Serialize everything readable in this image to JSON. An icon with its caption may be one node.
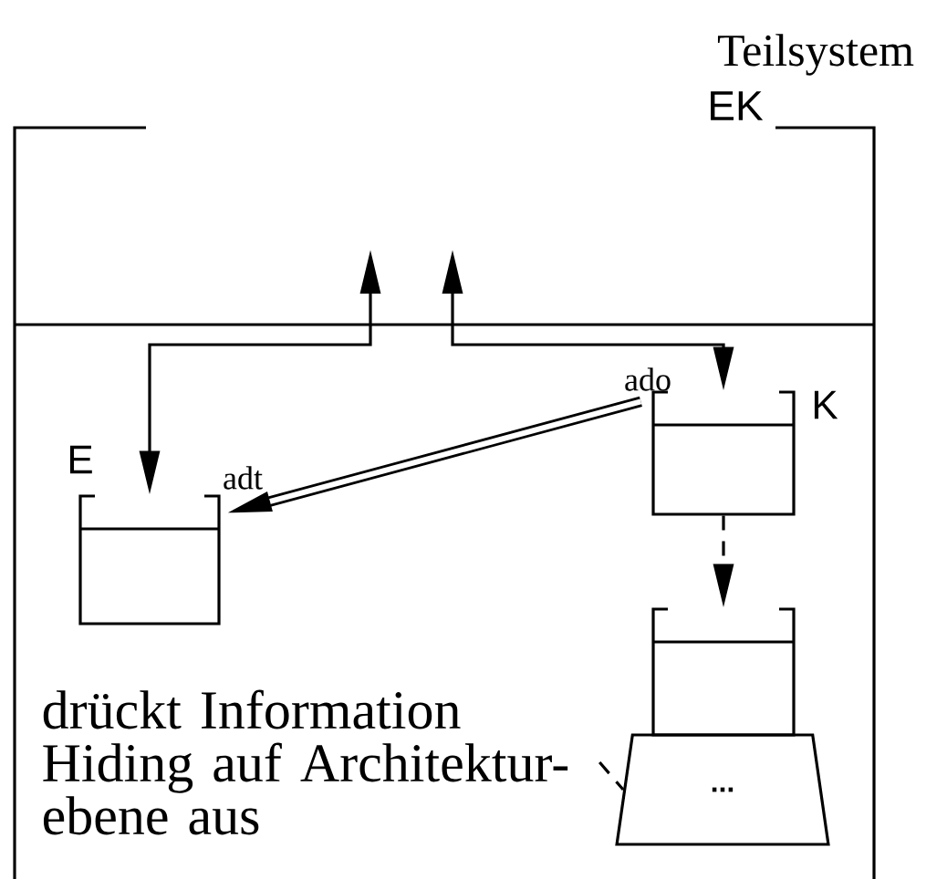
{
  "diagram": {
    "nodes": [
      {
        "text": [
          "Teilsystem",
          "EK"
        ]
      },
      {
        "text": [
          "E"
        ],
        "in": 0
      },
      {
        "text": [
          "K"
        ],
        "in": 0
      },
      {
        "text": [],
        "shape": "box",
        "in": 0
      },
      {
        "text": [
          "..."
        ],
        "in": 0
      },
      {
        "text": [
          "drückt Information Hiding auf Architektur- ebene aus"
        ],
        "in": 0
      }
    ],
    "edges": [
      {
        "from": null,
        "to": 1,
        "arrow": "both"
      },
      {
        "from": null,
        "to": 2,
        "arrow": "both"
      },
      {
        "from": 2,
        "to": 1,
        "arrow": "to",
        "style": "thick"
      },
      {
        "from": 2,
        "to": 3,
        "arrow": "to",
        "style": "dashed"
      },
      {
        "from": 5,
        "to": 4,
        "arrow": "none",
        "style": "dashed"
      }
    ],
    "labels": [
      "ado",
      "adt"
    ]
  }
}
